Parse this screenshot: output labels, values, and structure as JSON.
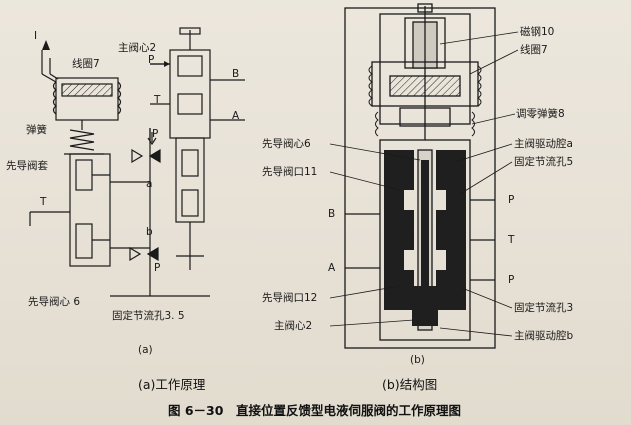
{
  "left_labels": {
    "I": "I",
    "coil": "线圈7",
    "spring": "弹簧",
    "pilot_sleeve": "先导阀套",
    "T": "T",
    "pilot_core": "先导阀心 6",
    "main_core": "主阀心2",
    "P_top": "P",
    "B": "B",
    "T2": "T",
    "A": "A",
    "P_mid": "P",
    "a": "a",
    "b": "b",
    "P_low": "P",
    "orifice": "固定节流孔3. 5",
    "sub": "(a)"
  },
  "right_labels": {
    "magnet": "磁钢10",
    "coil": "线圈7",
    "zero_spring": "调零弹簧8",
    "pilot_core": "先导阀心6",
    "drive_a": "主阀驱动腔a",
    "pilot_port11": "先导阀口11",
    "orifice5": "固定节流孔5",
    "P1": "P",
    "B": "B",
    "T": "T",
    "A": "A",
    "P2": "P",
    "pilot_port12": "先导阀口12",
    "orifice3": "固定节流孔3",
    "main_core": "主阀心2",
    "drive_b": "主阀驱动腔b",
    "sub": "(b)"
  },
  "captions": {
    "left": "(a)工作原理",
    "right": "(b)结构图",
    "figure": "图 6－30　直接位置反馈型电液伺服阀的工作原理图"
  }
}
